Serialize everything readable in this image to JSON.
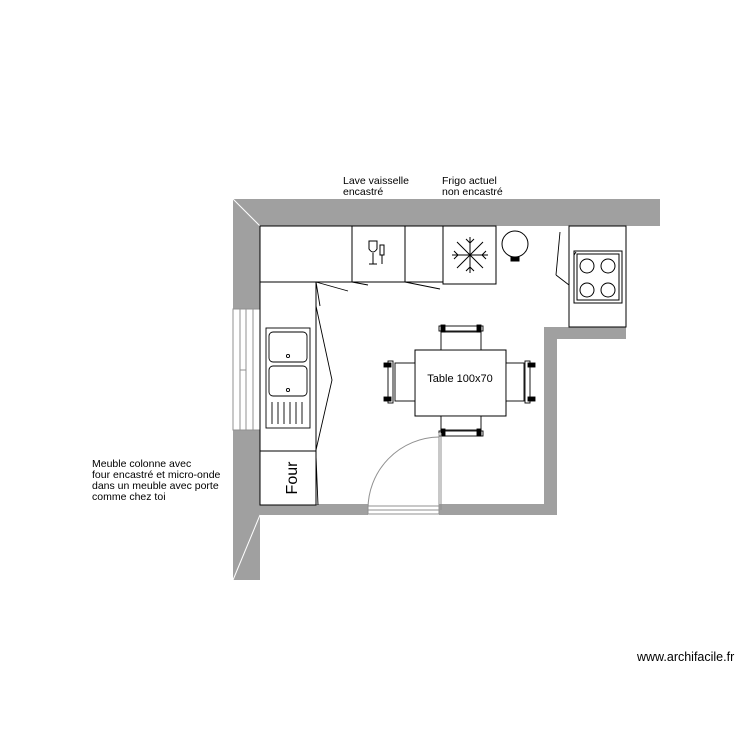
{
  "labels": {
    "dishwasher_line1": "Lave vaisselle",
    "dishwasher_line2": "encastré",
    "fridge_line1": "Frigo actuel",
    "fridge_line2": "non encastré",
    "table": "Table 100x70",
    "oven": "Four",
    "column_line1": "Meuble colonne avec",
    "column_line2": "four encastré et micro-onde",
    "column_line3": "dans un meuble avec porte",
    "column_line4": "comme chez toi"
  },
  "watermark": "www.archifacile.fr",
  "colors": {
    "wall": "#a0a0a0",
    "line": "#000000",
    "door": "#909090",
    "background": "#ffffff"
  }
}
